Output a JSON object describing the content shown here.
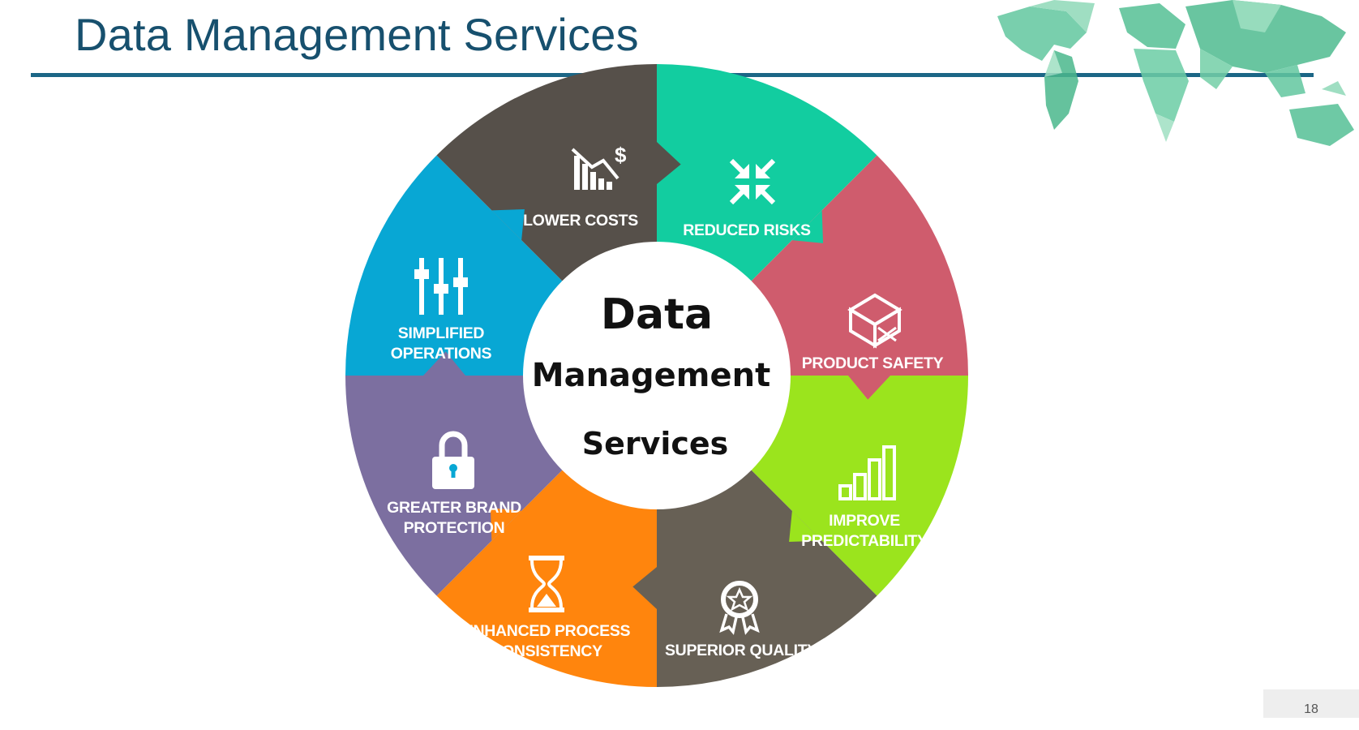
{
  "slide": {
    "title": "Data Management Services",
    "page_number": "18"
  },
  "hub": {
    "line1": "Data",
    "line2": "Management",
    "line3": "Services"
  },
  "segments": [
    {
      "id": "lower-costs",
      "icon": "cost-chart-icon",
      "color": "#12cda0",
      "lines": [
        "LOWER COSTS"
      ]
    },
    {
      "id": "reduced-risks",
      "icon": "compress-arrows-icon",
      "color": "#cf5c6d",
      "lines": [
        "REDUCED RISKS"
      ]
    },
    {
      "id": "product-safety",
      "icon": "package-box-icon",
      "color": "#9be41d",
      "lines": [
        "PRODUCT SAFETY"
      ]
    },
    {
      "id": "improve-predictability",
      "icon": "bar-graph-icon",
      "color": "#676055",
      "lines": [
        "IMPROVE",
        "PREDICTABILITY"
      ]
    },
    {
      "id": "superior-quality",
      "icon": "quality-badge-icon",
      "color": "#ff850d",
      "lines": [
        "SUPERIOR QUALITY"
      ]
    },
    {
      "id": "enhanced-process-consistency",
      "icon": "hourglass-icon",
      "color": "#7c6fa0",
      "lines": [
        "ENHANCED PROCESS",
        "CONSISTENCY"
      ]
    },
    {
      "id": "greater-brand-protection",
      "icon": "padlock-icon",
      "color": "#08a7d4",
      "lines": [
        "GREATER BRAND",
        "PROTECTION"
      ]
    },
    {
      "id": "simplified-operations",
      "icon": "sliders-icon",
      "color": "#56504a",
      "lines": [
        "SIMPLIFIED",
        "OPERATIONS"
      ]
    }
  ],
  "colors": {
    "title": "#17506e",
    "rule": "#1c6686",
    "map": "#5fc49c"
  }
}
